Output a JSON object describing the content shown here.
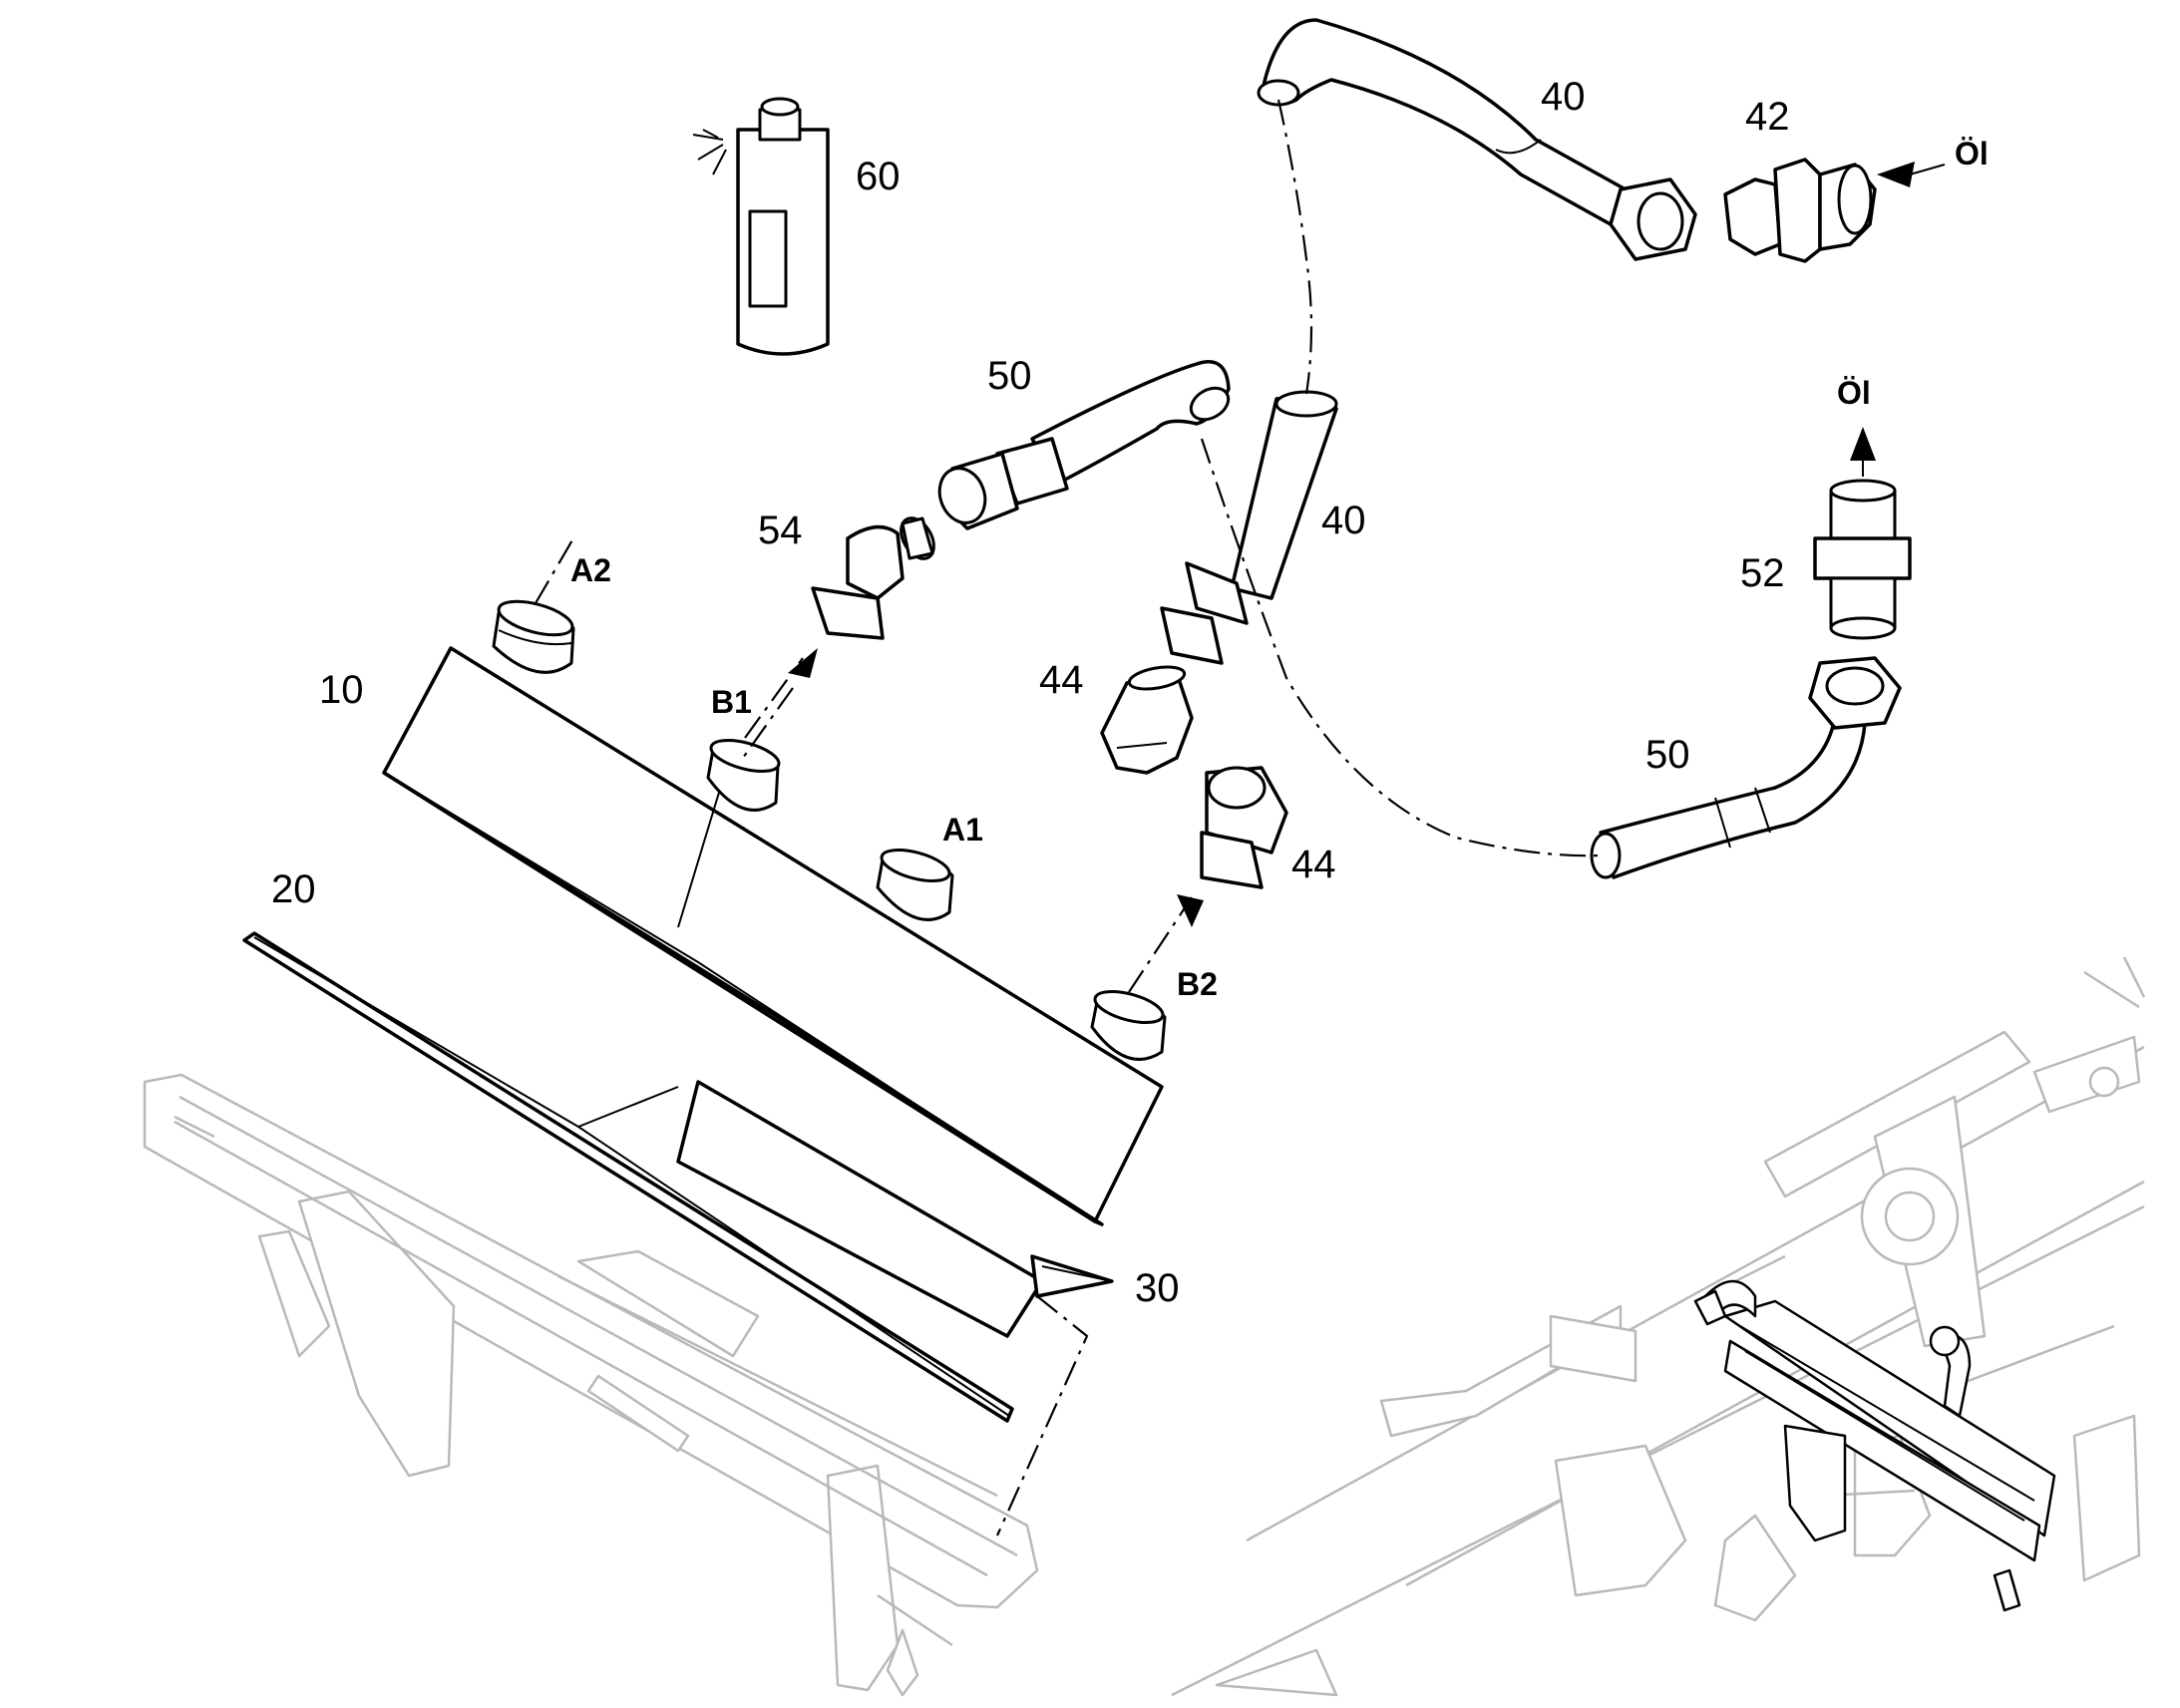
{
  "labels": {
    "p10": "10",
    "p20": "20",
    "p30": "30",
    "p40_top": "40",
    "p40_mid": "40",
    "p42": "42",
    "p44_top": "44",
    "p44_bottom": "44",
    "p50_top": "50",
    "p50_right": "50",
    "p52": "52",
    "p54": "54",
    "p60": "60",
    "port_a1": "A1",
    "port_a2": "A2",
    "port_b1": "B1",
    "port_b2": "B2",
    "oil_right": "Öl",
    "oil_top": "Öl"
  },
  "colors": {
    "line": "#000000",
    "background_frame": "#b9b9b9",
    "paper": "#ffffff"
  }
}
